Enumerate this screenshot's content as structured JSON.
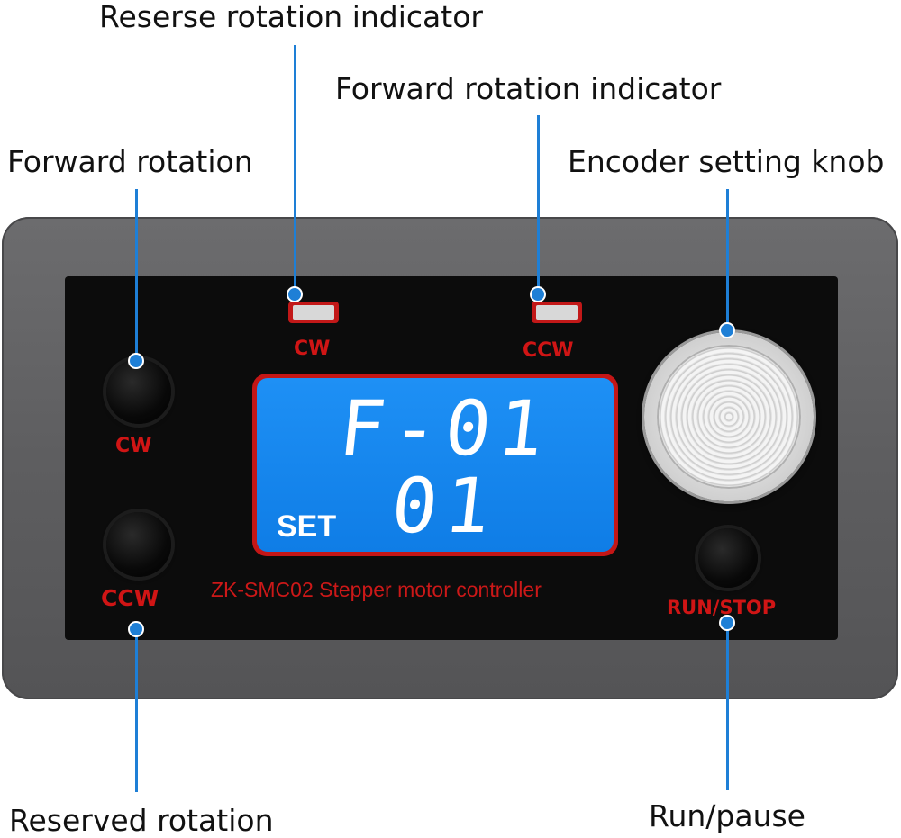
{
  "callouts": {
    "reverse_indicator": "Reserse rotation indicator",
    "forward_indicator": "Forward rotation indicator",
    "forward_rotation": "Forward rotation",
    "encoder_knob": "Encoder setting knob",
    "reserved_rotation": "Reserved rotation",
    "run_pause": "Run/pause"
  },
  "device": {
    "led_left_label": "CW",
    "led_right_label": "CCW",
    "button_cw_label": "CW",
    "button_ccw_label": "CCW",
    "run_stop_label": "RUN/STOP",
    "lcd_line1": "F-01",
    "lcd_line2": "01",
    "lcd_set_label": "SET",
    "model_text": "ZK-SMC02  Stepper motor controller"
  },
  "colors": {
    "leader_line": "#1e7fd6",
    "housing": "#5e5e60",
    "faceplate": "#0c0c0c",
    "label_red": "#d01515",
    "lcd_blue": "#1486ee"
  },
  "icons": [
    "led-indicator",
    "push-button",
    "encoder-knob"
  ]
}
